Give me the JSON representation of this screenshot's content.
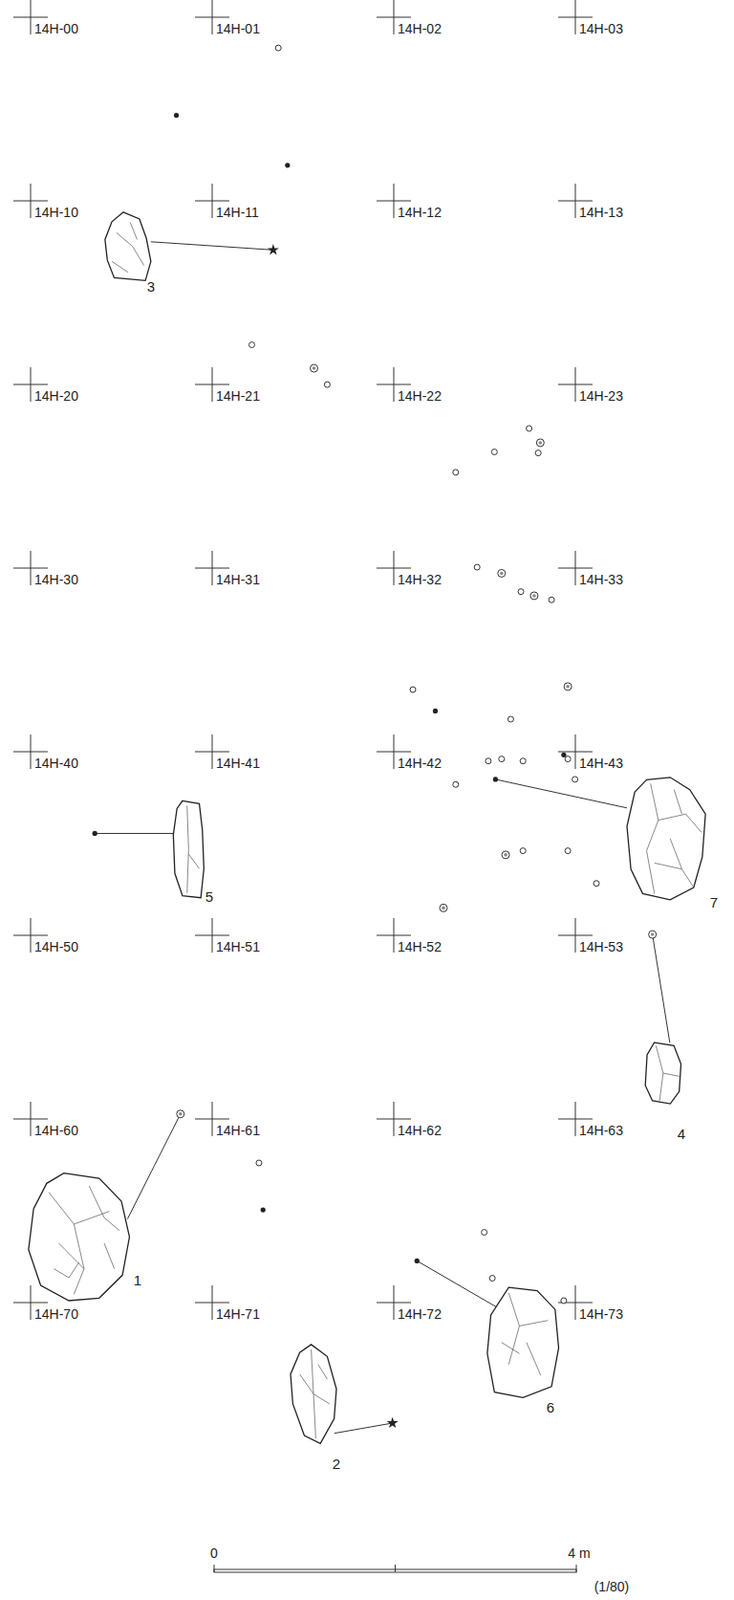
{
  "diagram": {
    "labels": [
      "14H-00",
      "14H-01",
      "14H-02",
      "14H-03",
      "14H-10",
      "14H-11",
      "14H-12",
      "14H-13",
      "14H-20",
      "14H-21",
      "14H-22",
      "14H-23",
      "14H-30",
      "14H-31",
      "14H-32",
      "14H-33",
      "14H-40",
      "14H-41",
      "14H-42",
      "14H-43",
      "14H-50",
      "14H-51",
      "14H-52",
      "14H-53",
      "14H-60",
      "14H-61",
      "14H-62",
      "14H-63",
      "14H-70",
      "14H-71",
      "14H-72",
      "14H-73",
      "3",
      "5",
      "7",
      "4",
      "1",
      "6",
      "2",
      "0",
      "4 m",
      "(1/80)"
    ]
  }
}
